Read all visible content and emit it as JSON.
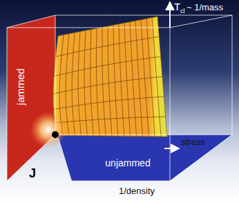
{
  "diagram": {
    "labels": [
      "T",
      "cl",
      "~ 1/mass",
      "stress",
      "jammed",
      "unjammed",
      "J",
      "1/density"
    ]
  }
}
